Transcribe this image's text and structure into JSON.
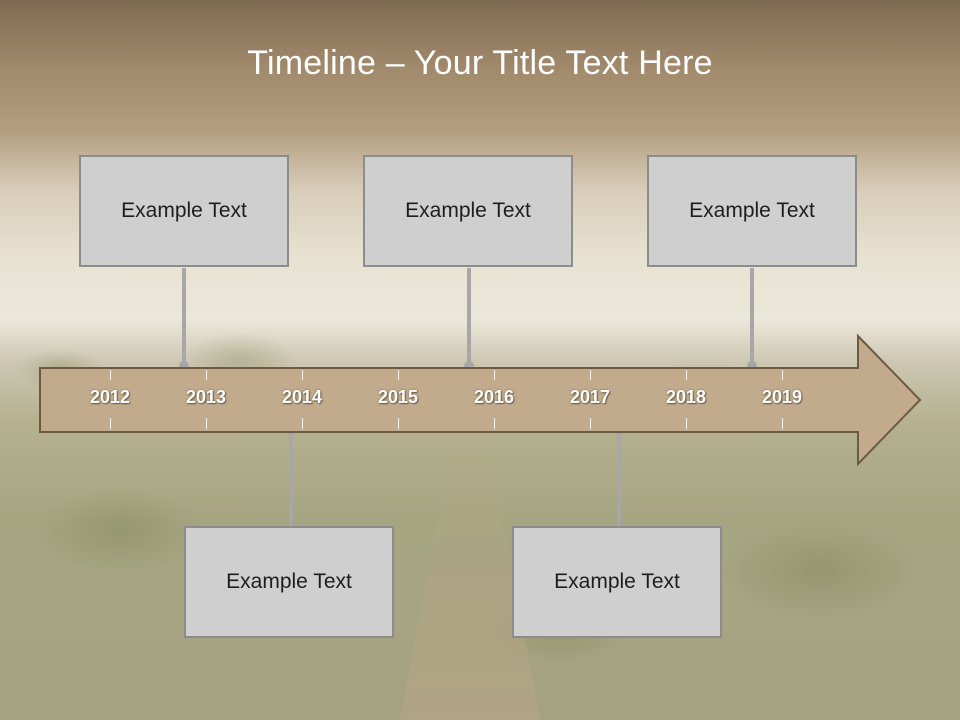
{
  "slide": {
    "title": "Timeline – Your Title Text Here"
  },
  "timeline": {
    "years": [
      "2012",
      "2013",
      "2014",
      "2015",
      "2016",
      "2017",
      "2018",
      "2019"
    ],
    "arrow_color": "#c2ab8d",
    "arrow_border": "#6e5a42"
  },
  "events": {
    "top": [
      {
        "text": "Example Text"
      },
      {
        "text": "Example Text"
      },
      {
        "text": "Example Text"
      }
    ],
    "bottom": [
      {
        "text": "Example Text"
      },
      {
        "text": "Example Text"
      }
    ]
  }
}
